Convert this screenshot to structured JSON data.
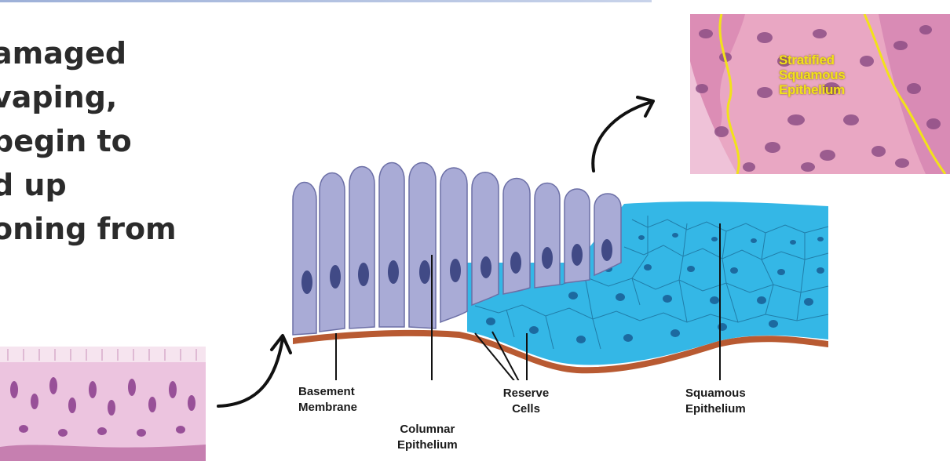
{
  "slide_text": {
    "lines": [
      "amaged",
      "vaping,",
      " begin to",
      "d up",
      "oning from"
    ]
  },
  "micrographs": {
    "top": {
      "name": "stratified-squamous-micrograph",
      "label_lines": [
        "Stratified",
        "Squamous",
        "Epithelium"
      ]
    },
    "bottom": {
      "name": "columnar-epithelium-micrograph"
    }
  },
  "diagram": {
    "labels": {
      "basement": [
        "Basement",
        "Membrane"
      ],
      "columnar": [
        "Columnar",
        "Epithelium"
      ],
      "reserve": [
        "Reserve",
        "Cells"
      ],
      "squamous": [
        "Squamous",
        "Epithelium"
      ]
    },
    "colors": {
      "columnar_cell": "#a9abd6",
      "nucleus": "#414a86",
      "squamous_cell": "#34b7e6",
      "squamous_nucleus": "#1c6aa0",
      "basement": "#b85a32",
      "highlight": "#f2e21a"
    }
  }
}
